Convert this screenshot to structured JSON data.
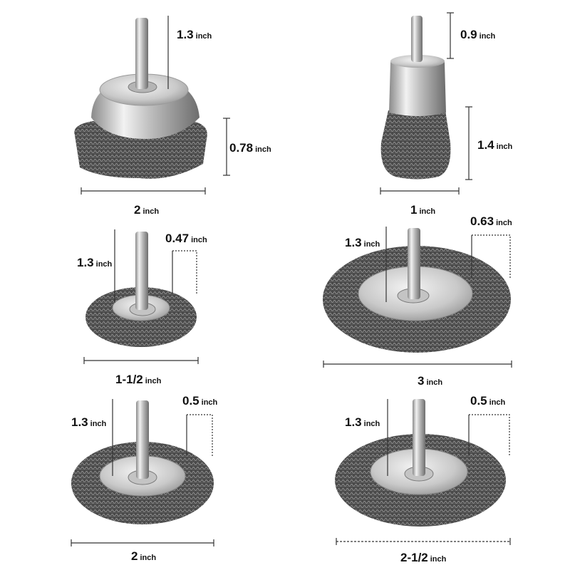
{
  "unit": "inch",
  "brushes": [
    {
      "type": "cup-brush",
      "shank_length": "1.3",
      "bristle_height": "0.78",
      "diameter": "2"
    },
    {
      "type": "end-brush",
      "shank_length": "0.9",
      "bristle_height": "1.4",
      "diameter": "1"
    },
    {
      "type": "wheel-brush",
      "shank_length": "1.3",
      "thickness": "0.47",
      "diameter": "1-1/2"
    },
    {
      "type": "wheel-brush",
      "shank_length": "1.3",
      "thickness": "0.63",
      "diameter": "3"
    },
    {
      "type": "wheel-brush",
      "shank_length": "1.3",
      "thickness": "0.5",
      "diameter": "2"
    },
    {
      "type": "wheel-brush",
      "shank_length": "1.3",
      "thickness": "0.5",
      "diameter": "2-1/2"
    }
  ]
}
